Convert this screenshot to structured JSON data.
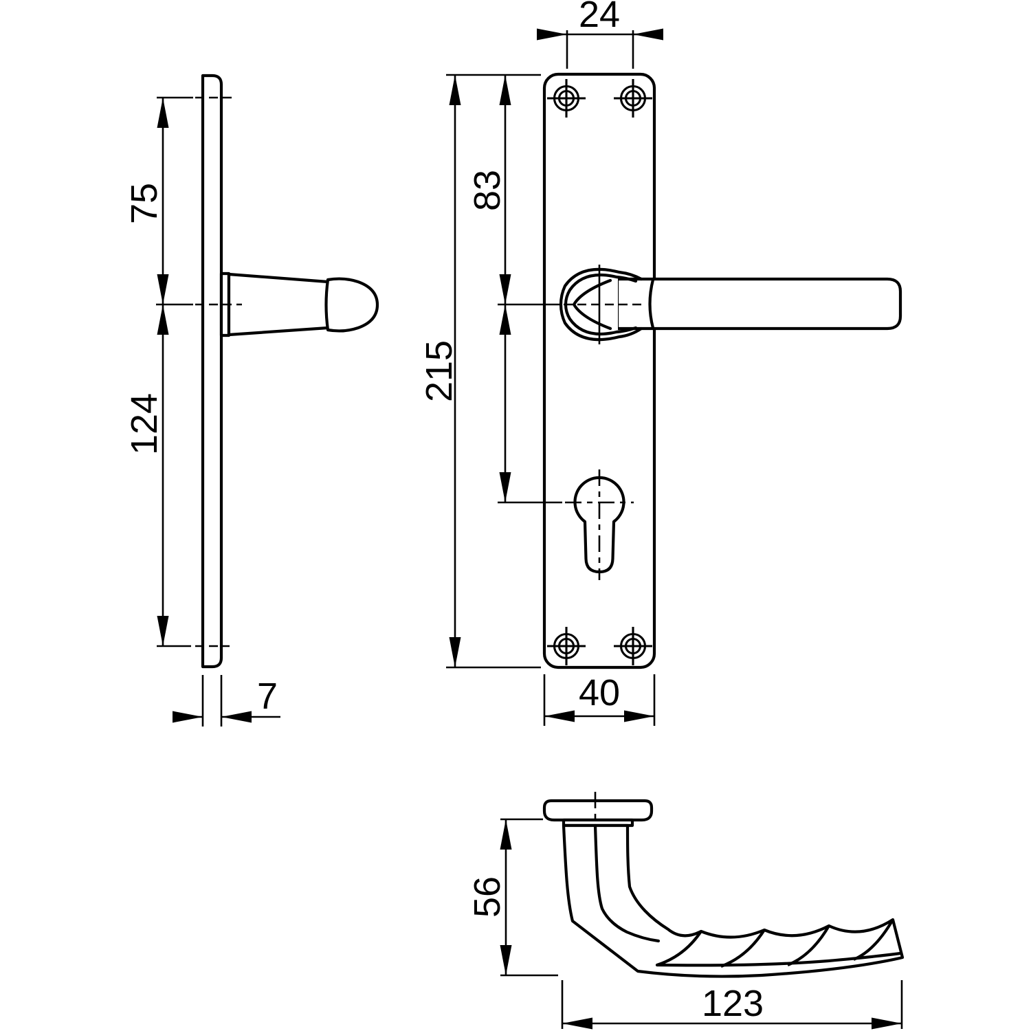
{
  "drawing": {
    "description": "Technical dimension drawing of a door lever handle with long backplate (side view, front view, handle profile view)",
    "colors": {
      "ink": "#000000",
      "paper": "#ffffff"
    },
    "dims": {
      "screw_to_handle_axis": "75",
      "handle_axis_to_bottom_screw": "124",
      "plate_thickness": "7",
      "top_hole_spacing": "24",
      "plate_top_to_handle_axis": "83",
      "plate_length": "215",
      "plate_width": "40",
      "handle_projection": "56",
      "handle_length": "123"
    }
  }
}
